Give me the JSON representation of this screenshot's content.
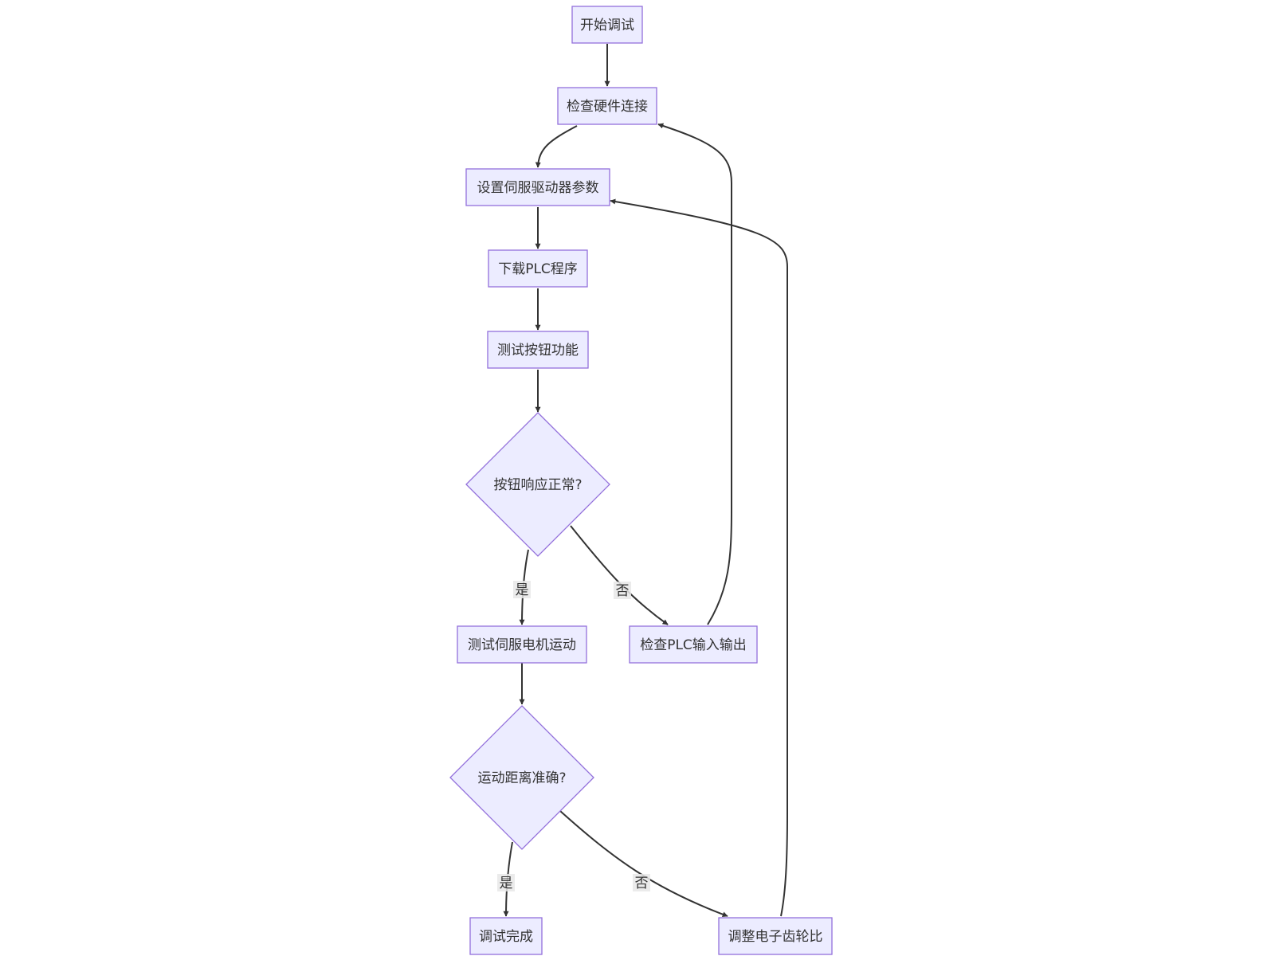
{
  "colors": {
    "node_fill": "#ECECFF",
    "node_stroke": "#9370DB",
    "edge": "#333333",
    "text": "#333333"
  },
  "nodes": {
    "start": "开始调试",
    "check_hw": "检查硬件连接",
    "set_servo": "设置伺服驱动器参数",
    "download_plc": "下载PLC程序",
    "test_button": "测试按钮功能",
    "button_ok": "按钮响应正常?",
    "test_motor": "测试伺服电机运动",
    "check_plc_io": "检查PLC输入输出",
    "distance_ok": "运动距离准确?",
    "done": "调试完成",
    "adjust_gear": "调整电子齿轮比"
  },
  "edge_labels": {
    "button_yes": "是",
    "button_no": "否",
    "distance_yes": "是",
    "distance_no": "否"
  }
}
